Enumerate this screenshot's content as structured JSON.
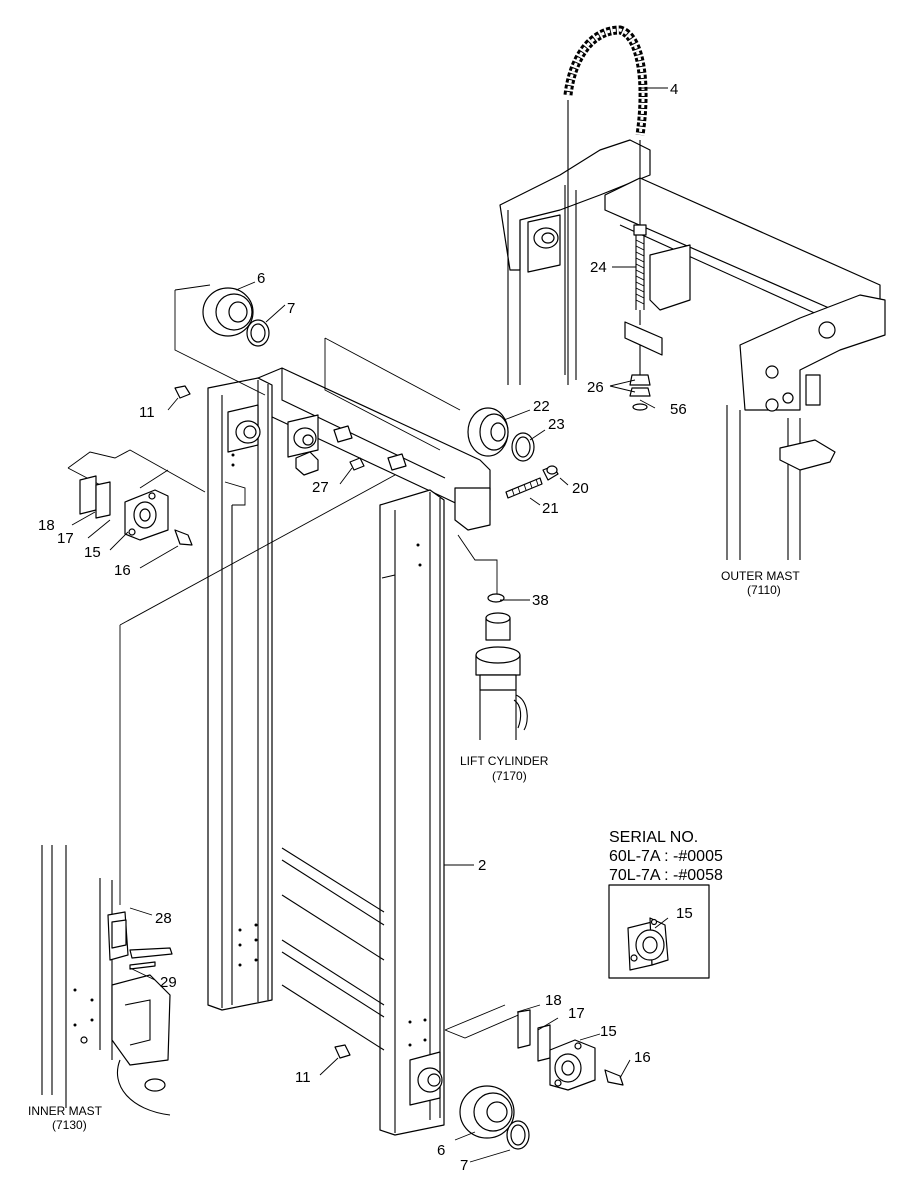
{
  "callouts": {
    "c2": "2",
    "c4": "4",
    "c6a": "6",
    "c6b": "6",
    "c7a": "7",
    "c7b": "7",
    "c11a": "11",
    "c11b": "11",
    "c15a": "15",
    "c15b": "15",
    "c15c": "15",
    "c16a": "16",
    "c16b": "16",
    "c17a": "17",
    "c17b": "17",
    "c18a": "18",
    "c18b": "18",
    "c20": "20",
    "c21": "21",
    "c22": "22",
    "c23": "23",
    "c24": "24",
    "c26": "26",
    "c27": "27",
    "c28": "28",
    "c29": "29",
    "c38": "38",
    "c56": "56"
  },
  "labels": {
    "outer_mast": "OUTER MAST",
    "outer_mast_code": "(7110)",
    "lift_cylinder": "LIFT CYLINDER",
    "lift_cylinder_code": "(7170)",
    "inner_mast": "INNER MAST",
    "inner_mast_code": "(7130)"
  },
  "serial": {
    "title": "SERIAL NO.",
    "line1": "60L-7A : -#0005",
    "line2": "70L-7A : -#0058"
  }
}
